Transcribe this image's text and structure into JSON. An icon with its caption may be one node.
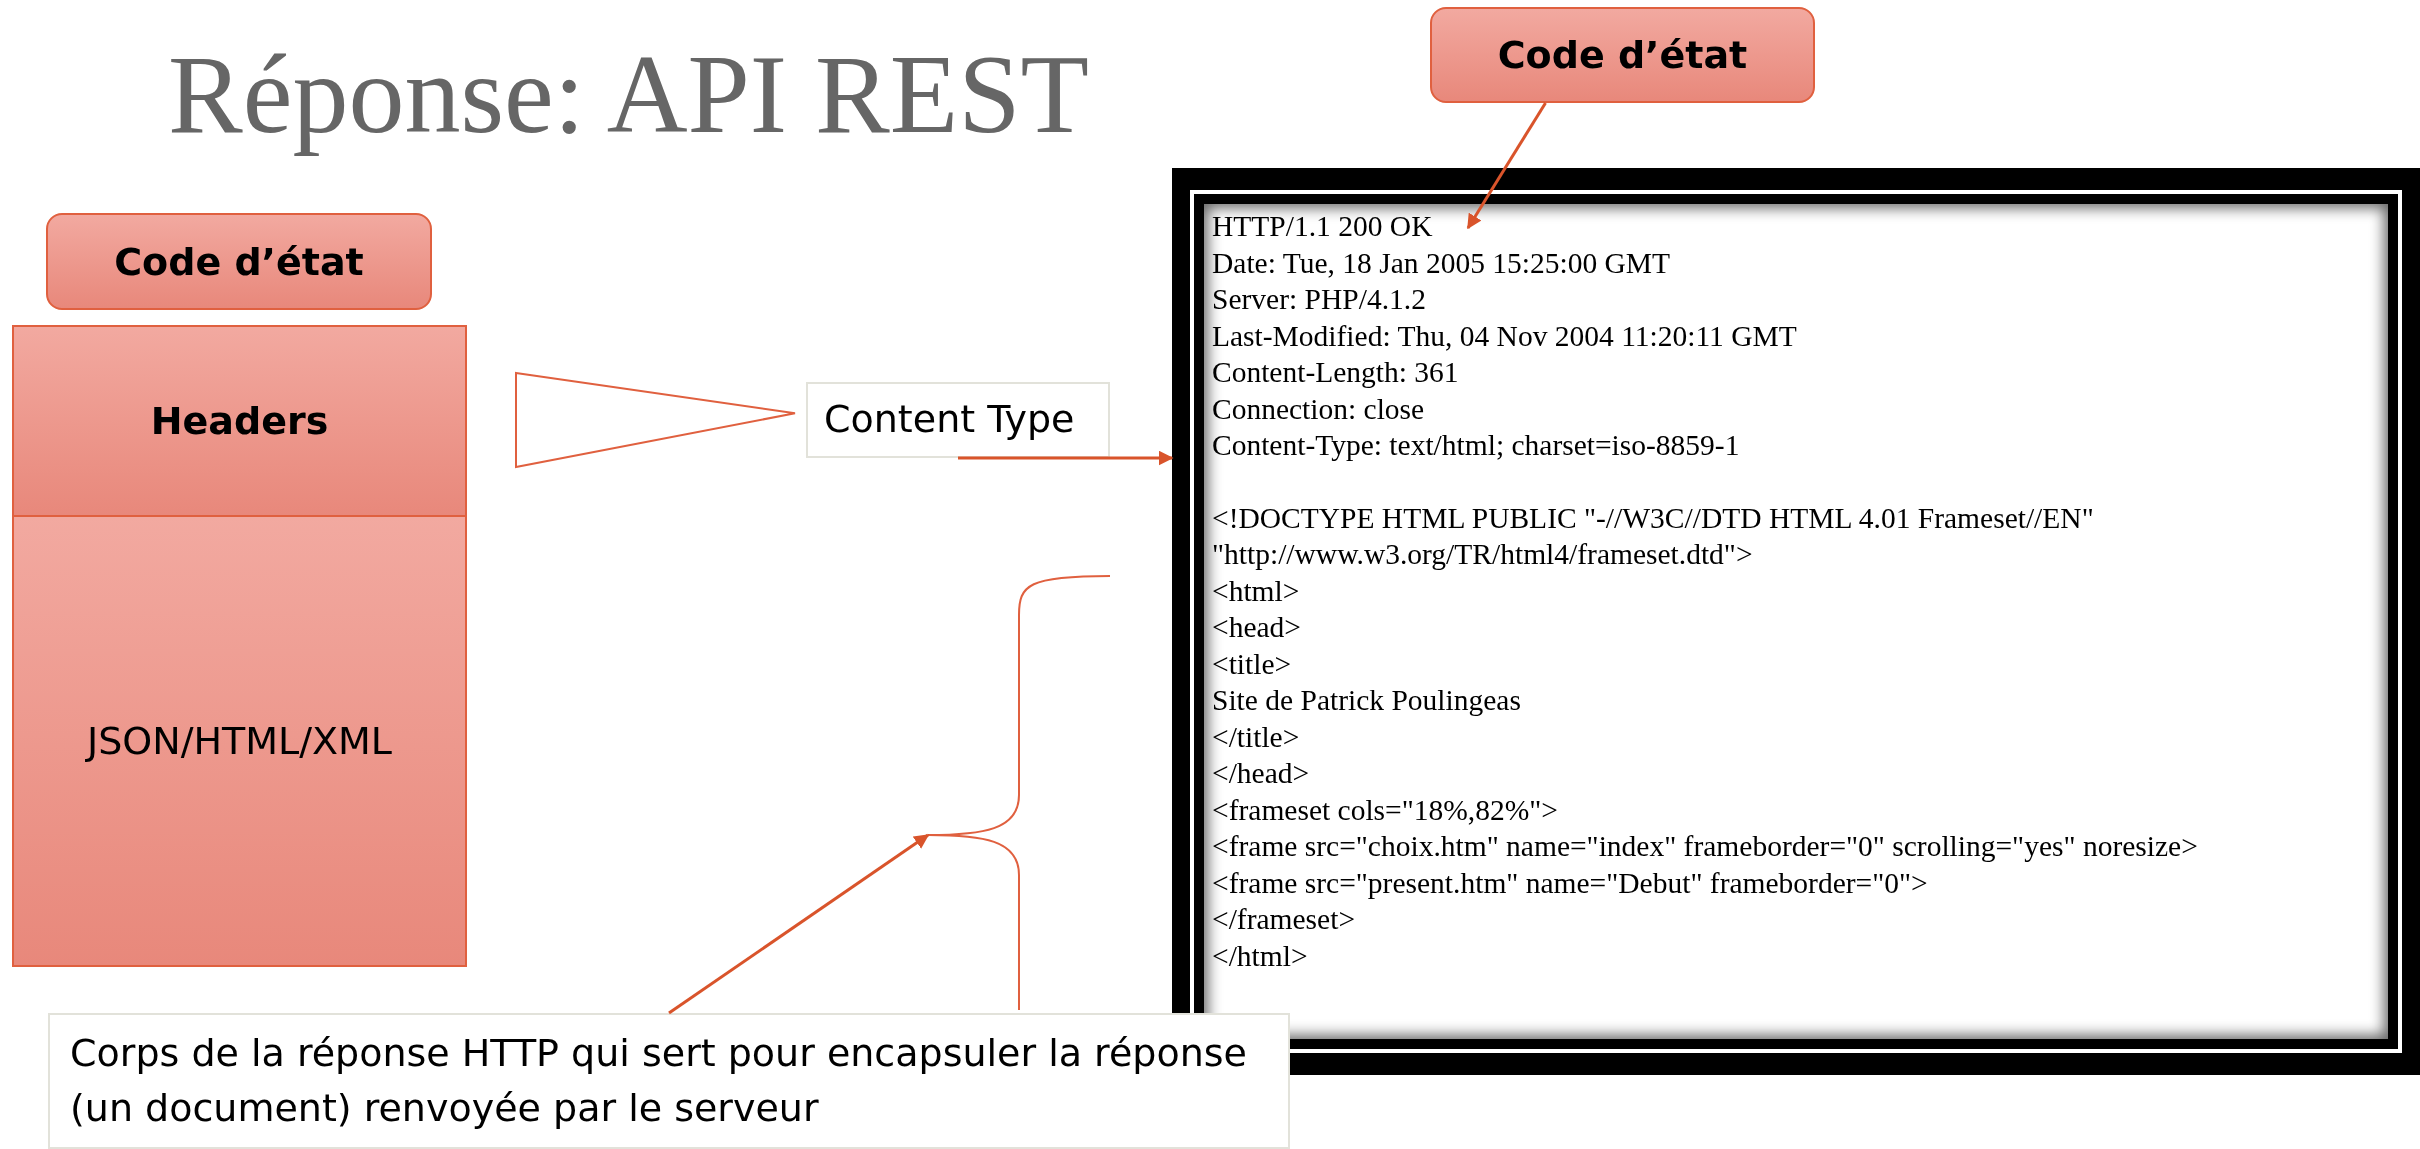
{
  "diagram": {
    "title": "Réponse: API REST",
    "nodes": [
      {
        "text": [
          "Code d’état"
        ]
      },
      {
        "text": [
          "Headers"
        ]
      },
      {
        "text": [
          "JSON/HTML/XML"
        ]
      },
      {
        "text": [],
        "shape": "triangle"
      },
      {
        "text": [
          "Content Type"
        ]
      },
      {
        "text": [
          "Code d’état"
        ]
      },
      {
        "text": [
          "HTTP/1.1 200 OK",
          "Date: Tue, 18 Jan 2005 15:25:00 GMT",
          "Server: PHP/4.1.2",
          "Last-Modified: Thu, 04 Nov 2004 11:20:11 GMT",
          "Content-Length: 361",
          "Connection: close",
          "Content-Type: text/html; charset=iso-8859-1",
          "<!DOCTYPE HTML PUBLIC \"-//W3C//DTD HTML 4.01 Frameset//EN\"",
          "\"http://www.w3.org/TR/html4/frameset.dtd\">",
          "<html>",
          "<head>",
          "<title>",
          "Site de Patrick Poulingeas",
          "</title>",
          "</head>",
          "<frameset cols=\"18%,82%\">",
          "<frame src=\"choix.htm\" name=\"index\" frameborder=\"0\" scrolling=\"yes\" noresize>",
          "<frame src=\"present.htm\" name=\"Debut\" frameborder=\"0\">",
          "</frameset>",
          "</html>"
        ]
      },
      {
        "text": [],
        "shape": "bracket"
      },
      {
        "text": [
          "Corps de la réponse HTTP qui sert pour encapsuler la réponse (un document) renvoyée par le serveur"
        ]
      }
    ],
    "edges": [
      {
        "from": 4,
        "to": 6,
        "arrow": "to"
      },
      {
        "from": 5,
        "to": 6,
        "arrow": "to"
      },
      {
        "from": 8,
        "to": 7,
        "arrow": "to"
      }
    ]
  }
}
